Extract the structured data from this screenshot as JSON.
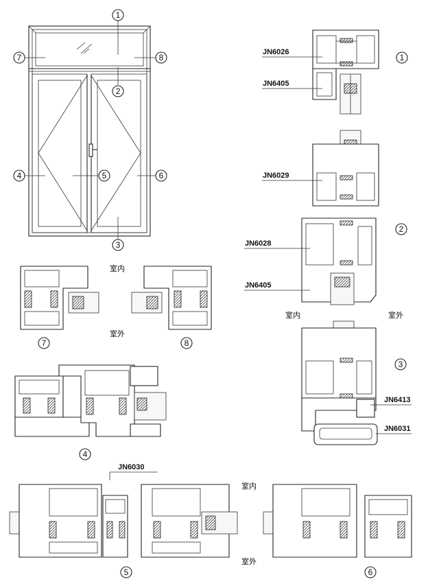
{
  "elevation": {
    "callouts": [
      "1",
      "2",
      "3",
      "4",
      "5",
      "6",
      "7",
      "8"
    ]
  },
  "sections": [
    {
      "id": "1",
      "number": "1",
      "codes": [
        "JN6026",
        "JN6405"
      ]
    },
    {
      "id": "2",
      "number": "2",
      "codes": [
        "JN6029",
        "JN6028",
        "JN6405"
      ]
    },
    {
      "id": "3",
      "number": "3",
      "codes": [
        "JN6413",
        "JN6031"
      ]
    },
    {
      "id": "4",
      "number": "4",
      "codes": []
    },
    {
      "id": "5",
      "number": "5",
      "codes": [
        "JN6030"
      ]
    },
    {
      "id": "6",
      "number": "6",
      "codes": []
    },
    {
      "id": "7",
      "number": "7",
      "codes": []
    },
    {
      "id": "8",
      "number": "8",
      "codes": []
    }
  ],
  "labels": {
    "interior": "室内",
    "exterior": "室外"
  }
}
